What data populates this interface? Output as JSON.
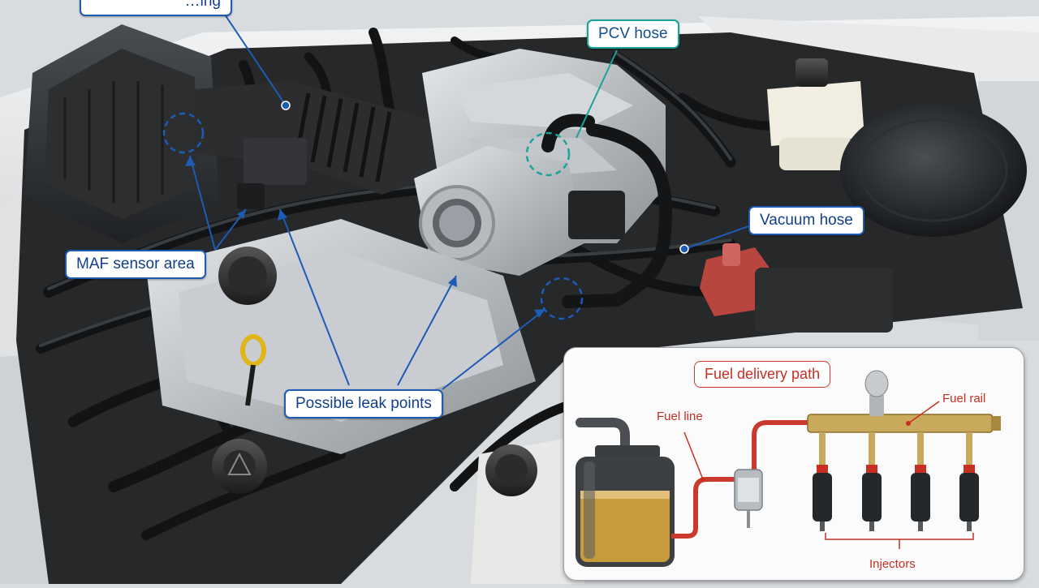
{
  "callouts": {
    "air_intake_partial": "…ing",
    "pcv_hose": "PCV hose",
    "vacuum_hose": "Vacuum hose",
    "maf_sensor_area": "MAF sensor area",
    "possible_leak_points": "Possible leak points"
  },
  "fuel_inset": {
    "title": "Fuel delivery path",
    "fuel_line": "Fuel line",
    "fuel_rail": "Fuel rail",
    "injectors": "Injectors"
  },
  "colors": {
    "callout_blue": "#1d5bb5",
    "callout_teal": "#1aa39a",
    "fuel_red": "#c62f22",
    "rail_brass": "#c9a95b",
    "fuel_amber": "#c79a3a"
  }
}
